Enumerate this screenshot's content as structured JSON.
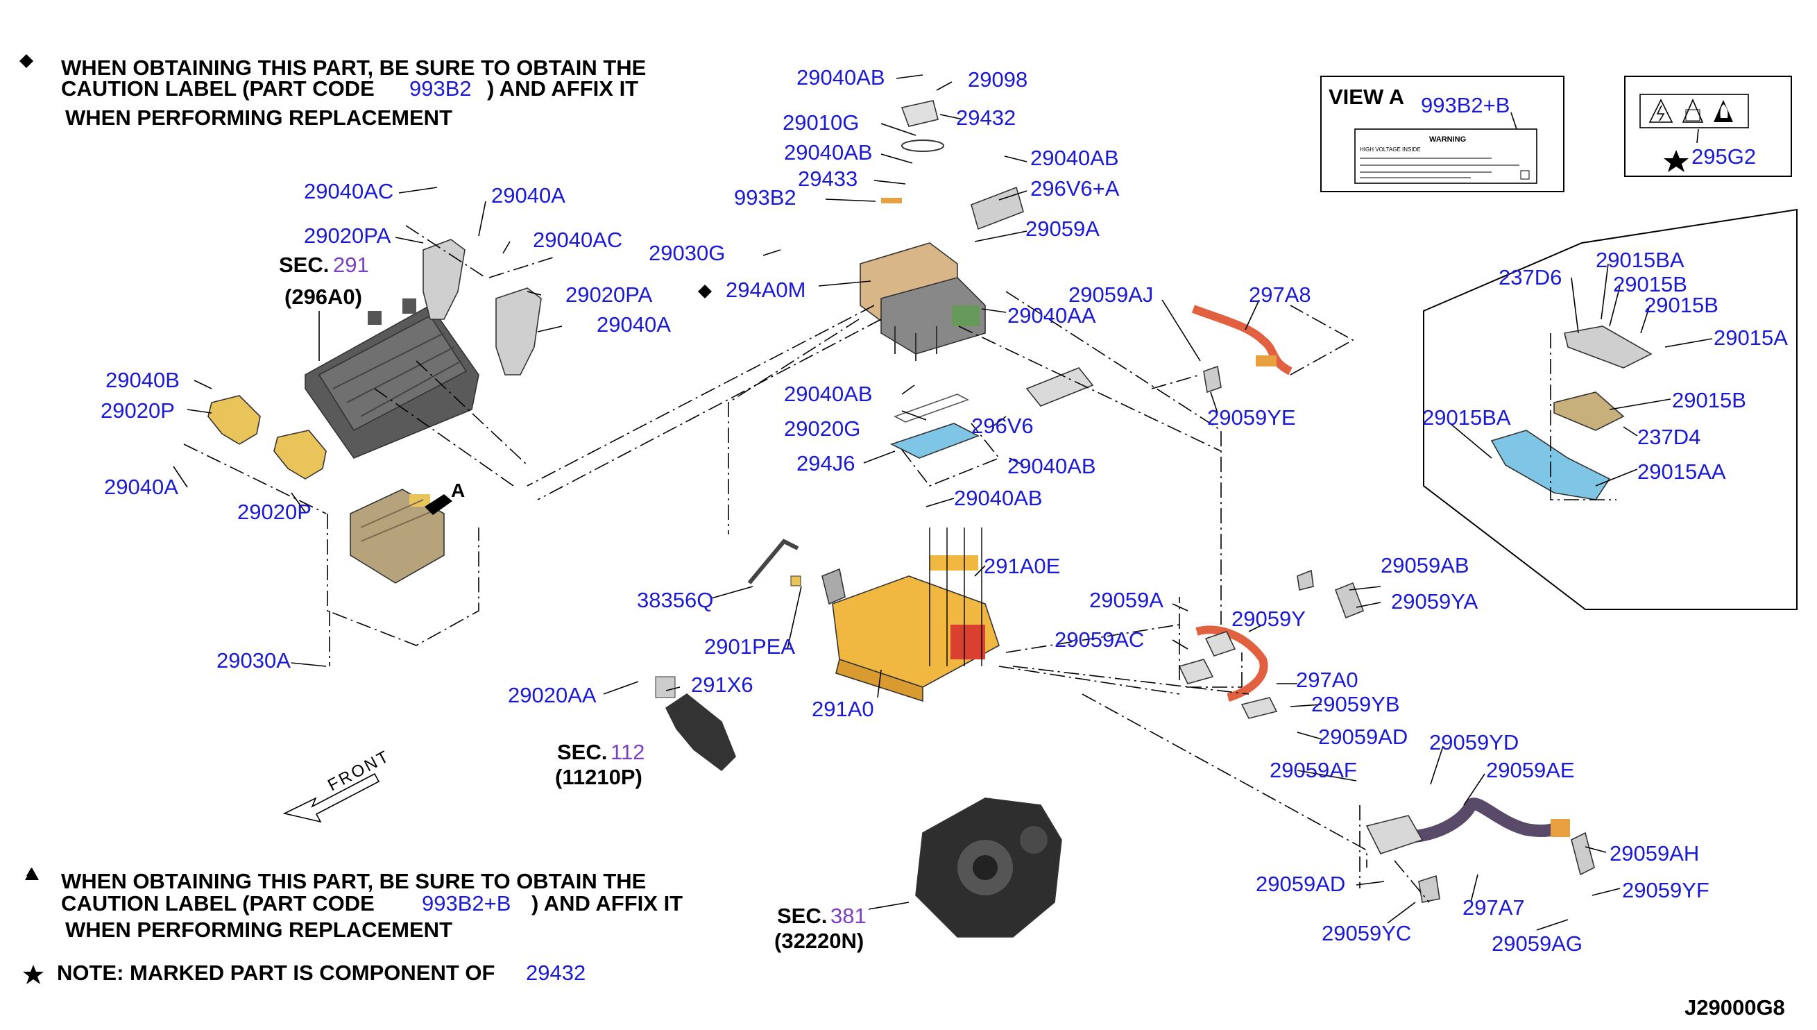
{
  "notes": {
    "diamond": {
      "line1": "WHEN OBTAINING THIS PART, BE SURE TO OBTAIN THE",
      "line2": "CAUTION LABEL (PART CODE",
      "code": "993B2",
      "line2b": ") AND AFFIX IT",
      "line3": "WHEN PERFORMING REPLACEMENT"
    },
    "triangle": {
      "line1": "WHEN OBTAINING THIS PART, BE SURE TO OBTAIN THE",
      "line2": "CAUTION LABEL (PART CODE",
      "code": "993B2+B",
      "line2b": ") AND AFFIX IT",
      "line3": "WHEN PERFORMING REPLACEMENT"
    },
    "star": {
      "text": "NOTE: MARKED PART IS COMPONENT OF",
      "code": "29432"
    }
  },
  "view_a": {
    "title": "VIEW A",
    "code": "993B2+B",
    "label_heading": "WARNING",
    "label_sub": "HIGH VOLTAGE INSIDE"
  },
  "label_box": {
    "code": "295G2"
  },
  "sections": [
    {
      "prefix": "SEC.",
      "num": "291",
      "sub": "(296A0)"
    },
    {
      "prefix": "SEC.",
      "num": "112",
      "sub": "(11210P)"
    },
    {
      "prefix": "SEC.",
      "num": "381",
      "sub": "(32220N)"
    }
  ],
  "front_label": "FRONT",
  "view_arrow_label": "A",
  "diagram_id": "J29000G8",
  "parts": {
    "p29040AB_top": "29040AB",
    "p29098": "29098",
    "p29010G": "29010G",
    "p29432": "29432",
    "p29040AB_2": "29040AB",
    "p29040AB_3": "29040AB",
    "p29433": "29433",
    "p296V6A": "296V6+A",
    "p993B2": "993B2",
    "p29059A_1": "29059A",
    "p29030G": "29030G",
    "p294A0M": "294A0M",
    "p29040AA": "29040AA",
    "p29040AB_4": "29040AB",
    "p29020G": "29020G",
    "p296V6": "296V6",
    "p294J6": "294J6",
    "p29040AB_5": "29040AB",
    "p29040AB_6": "29040AB",
    "p29040AC_1": "29040AC",
    "p29040A_1": "29040A",
    "p29020PA_1": "29020PA",
    "p29040AC_2": "29040AC",
    "p29020PA_2": "29020PA",
    "p29040A_2": "29040A",
    "p29040B": "29040B",
    "p29020P_1": "29020P",
    "p29040A_3": "29040A",
    "p29020P_2": "29020P",
    "p29030A": "29030A",
    "p38356Q": "38356Q",
    "p2901PEA": "2901PEA",
    "p291A0E": "291A0E",
    "p291A0": "291A0",
    "p29020AA": "29020AA",
    "p291X6": "291X6",
    "p29059AJ": "29059AJ",
    "p297A8": "297A8",
    "p29059YE": "29059YE",
    "p29059AB": "29059AB",
    "p29059YA": "29059YA",
    "p29059A_2": "29059A",
    "p29059Y": "29059Y",
    "p29059AC": "29059AC",
    "p297A0": "297A0",
    "p29059YB": "29059YB",
    "p29059AD_1": "29059AD",
    "p29059YD": "29059YD",
    "p29059AF": "29059AF",
    "p29059AE": "29059AE",
    "p29059AH": "29059AH",
    "p29059YF": "29059YF",
    "p29059AD_2": "29059AD",
    "p297A7": "297A7",
    "p29059YC": "29059YC",
    "p29059AG": "29059AG",
    "p237D6": "237D6",
    "p29015BA_1": "29015BA",
    "p29015B_1": "29015B",
    "p29015B_2": "29015B",
    "p29015A": "29015A",
    "p29015B_3": "29015B",
    "p29015BA_2": "29015BA",
    "p237D4": "237D4",
    "p29015AA": "29015AA"
  },
  "colors": {
    "label_blue": "#1a1ad6",
    "section_purple": "#7b3fc4",
    "harness_orange": "#e8a040",
    "bracket_blue": "#7fc6e6",
    "copper": "#d99a50"
  }
}
